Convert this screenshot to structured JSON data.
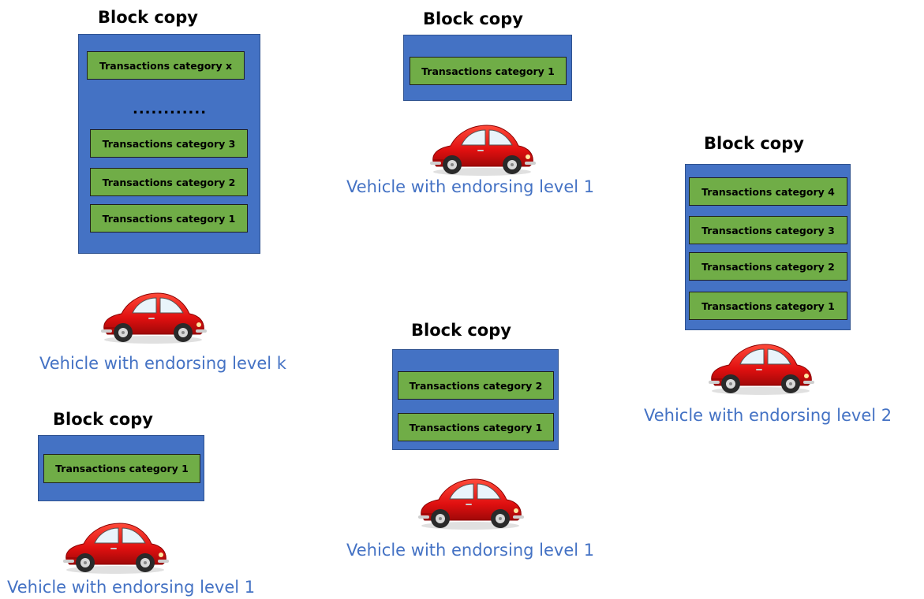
{
  "groups": [
    {
      "title": "Block copy",
      "transactions": [
        "Transactions category x",
        "Transactions category 3",
        "Transactions category 2",
        "Transactions category 1"
      ],
      "ellipsis": "............",
      "vehicle_label": "Vehicle with endorsing level k",
      "car_icon": "red-car-icon",
      "car_color": "#e01010"
    },
    {
      "title": "Block copy",
      "transactions": [
        "Transactions category 1"
      ],
      "vehicle_label": "Vehicle with endorsing level 1",
      "car_icon": "red-car-icon",
      "car_color": "#e01010"
    },
    {
      "title": "Block copy",
      "transactions": [
        "Transactions category 4",
        "Transactions category 3",
        "Transactions category 2",
        "Transactions category 1"
      ],
      "vehicle_label": "Vehicle with endorsing level 2",
      "car_icon": "red-car-icon",
      "car_color": "#e01010"
    },
    {
      "title": "Block copy",
      "transactions": [
        "Transactions category 2",
        "Transactions category 1"
      ],
      "vehicle_label": "Vehicle with endorsing level 1",
      "car_icon": "red-car-icon",
      "car_color": "#e01010"
    },
    {
      "title": "Block copy",
      "transactions": [
        "Transactions category 1"
      ],
      "vehicle_label": "Vehicle with endorsing level 1",
      "car_icon": "red-car-icon",
      "car_color": "#e01010"
    }
  ],
  "colors": {
    "block_fill": "#4472c4",
    "transaction_fill": "#70ad47",
    "label_color": "#4472c4"
  }
}
